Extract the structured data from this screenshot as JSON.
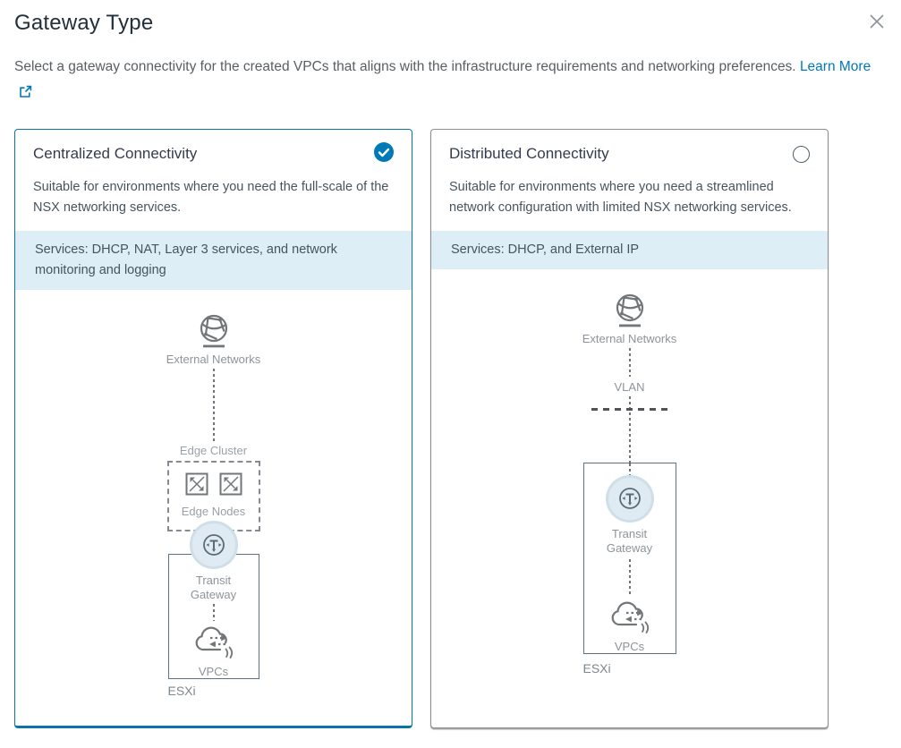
{
  "dialog": {
    "title": "Gateway Type",
    "description": "Select a gateway connectivity for the created VPCs that aligns with the infrastructure requirements and networking preferences.",
    "learn_more_label": "Learn More"
  },
  "colors": {
    "accent_blue": "#0079b8",
    "selected_border": "#0c72a8",
    "services_banner_bg": "#ddeef6",
    "icon_gray": "#727679",
    "diagram_label_gray": "#8d9499"
  },
  "cards": [
    {
      "title": "Centralized Connectivity",
      "selected": true,
      "description": "Suitable for environments where you need the full-scale of the NSX networking services.",
      "services": "Services: DHCP, NAT, Layer 3 services, and network monitoring and logging",
      "diagram": {
        "external_networks": "External Networks",
        "edge_cluster": "Edge Cluster",
        "edge_nodes": "Edge Nodes",
        "transit_gateway": "Transit Gateway",
        "vpcs": "VPCs",
        "esxi": "ESXi"
      }
    },
    {
      "title": "Distributed Connectivity",
      "selected": false,
      "description": "Suitable for environments where you need a streamlined network configuration with limited NSX networking services.",
      "services": "Services: DHCP, and External IP",
      "diagram": {
        "external_networks": "External Networks",
        "vlan": "VLAN",
        "transit_gateway": "Transit Gateway",
        "vpcs": "VPCs",
        "esxi": "ESXi"
      }
    }
  ]
}
